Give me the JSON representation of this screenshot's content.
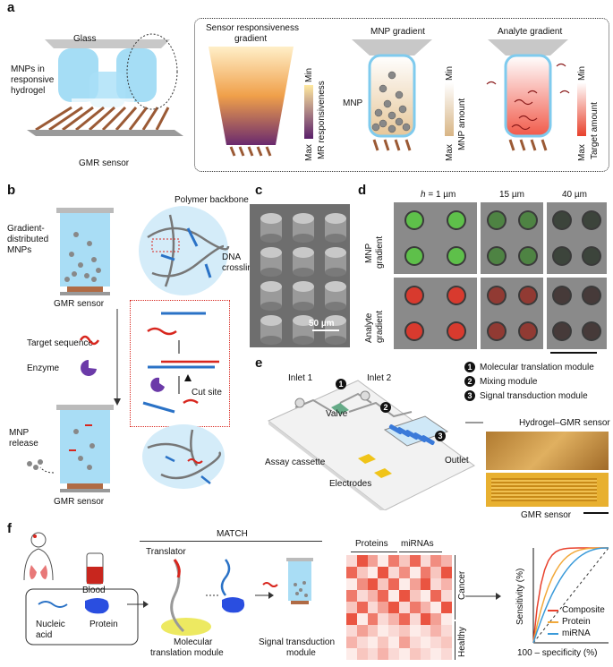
{
  "panels": {
    "a": {
      "label": "a",
      "glass": "Glass",
      "mnps_hydrogel": [
        "MNPs in",
        "responsive",
        "hydrogel"
      ],
      "gmr_sensor": "GMR sensor",
      "sensor_resp_title": [
        "Sensor responsiveness",
        "gradient"
      ],
      "sensor_resp_min": "Min",
      "sensor_resp_max": "Max",
      "sensor_resp_axis": "MR responsiveness",
      "mnp_gradient_title": "MNP gradient",
      "mnp_label": "MNP",
      "mnp_min": "Min",
      "mnp_max": "Max",
      "mnp_axis": "MNP amount",
      "analyte_title": "Analyte gradient",
      "analyte_min": "Min",
      "analyte_max": "Max",
      "analyte_axis": "Target amount"
    },
    "b": {
      "label": "b",
      "gradient_distributed": [
        "Gradient-",
        "distributed",
        "MNPs"
      ],
      "polymer_backbone": "Polymer backbone",
      "dna_crosslinkers": [
        "DNA",
        "crosslinkers"
      ],
      "gmr_sensor_top": "GMR sensor",
      "target_sequence": "Target sequence",
      "enzyme": "Enzyme",
      "cut_site": "Cut site",
      "mnp_release": [
        "MNP",
        "release"
      ],
      "gmr_sensor_bottom": "GMR sensor"
    },
    "c": {
      "label": "c",
      "scalebar": "50 µm"
    },
    "d": {
      "label": "d",
      "h_label": "h",
      "h_eq": " = 1 µm",
      "col2": "15 µm",
      "col3": "40 µm",
      "row1": [
        "MNP",
        "gradient"
      ],
      "row2": [
        "Analyte",
        "gradient"
      ]
    },
    "e": {
      "label": "e",
      "inlet1": "Inlet 1",
      "inlet2": "Inlet 2",
      "valve": "Valve",
      "outlet": "Outlet",
      "assay_cassette": "Assay cassette",
      "electrodes": "Electrodes",
      "legend": [
        {
          "num": "1",
          "text": "Molecular translation module"
        },
        {
          "num": "2",
          "text": "Mixing module"
        },
        {
          "num": "3",
          "text": "Signal transduction module"
        }
      ],
      "hydrogel_gmr": "Hydrogel–GMR sensor",
      "gmr_sensor": "GMR sensor"
    },
    "f": {
      "label": "f",
      "blood": "Blood",
      "nucleic_acid": [
        "Nucleic",
        "acid"
      ],
      "protein": "Protein",
      "match": "MATCH",
      "translator": "Translator",
      "mol_translation": [
        "Molecular",
        "translation module"
      ],
      "signal_transduction": [
        "Signal transduction",
        "module"
      ],
      "proteins": "Proteins",
      "mirnas": "miRNAs",
      "cancer": "Cancer",
      "healthy": "Healthy",
      "roc_y": "Sensitivity (%)",
      "roc_x": "100 – specificity (%)",
      "roc_legend": [
        {
          "name": "Composite",
          "color": "#e8412c"
        },
        {
          "name": "Protein",
          "color": "#f2a93b"
        },
        {
          "name": "miRNA",
          "color": "#3a9ad9"
        }
      ]
    }
  },
  "heatmap": [
    [
      0.2,
      0.9,
      0.5,
      0.1,
      0.7,
      0.3,
      0.8,
      0.2,
      0.6,
      0.4
    ],
    [
      0.8,
      0.3,
      0.1,
      0.9,
      0.2,
      0.6,
      0.1,
      0.7,
      0.3,
      0.9
    ],
    [
      0.1,
      0.6,
      0.9,
      0.3,
      0.8,
      0.1,
      0.5,
      0.9,
      0.2,
      0.4
    ],
    [
      0.7,
      0.2,
      0.4,
      0.8,
      0.1,
      0.9,
      0.3,
      0.1,
      0.8,
      0.2
    ],
    [
      0.3,
      0.8,
      0.2,
      0.5,
      0.9,
      0.2,
      0.7,
      0.4,
      0.1,
      0.9
    ],
    [
      0.9,
      0.1,
      0.7,
      0.2,
      0.4,
      0.8,
      0.2,
      0.9,
      0.5,
      0.1
    ],
    [
      0.2,
      0.5,
      0.3,
      0.1,
      0.2,
      0.3,
      0.1,
      0.2,
      0.4,
      0.2
    ],
    [
      0.4,
      0.2,
      0.1,
      0.3,
      0.1,
      0.5,
      0.2,
      0.1,
      0.2,
      0.3
    ],
    [
      0.1,
      0.3,
      0.2,
      0.4,
      0.2,
      0.1,
      0.3,
      0.2,
      0.1,
      0.2
    ]
  ],
  "colors": {
    "accent_blue": "#3aa7e0",
    "red": "#e8412c",
    "sensor_brown": "#9b5a35"
  }
}
